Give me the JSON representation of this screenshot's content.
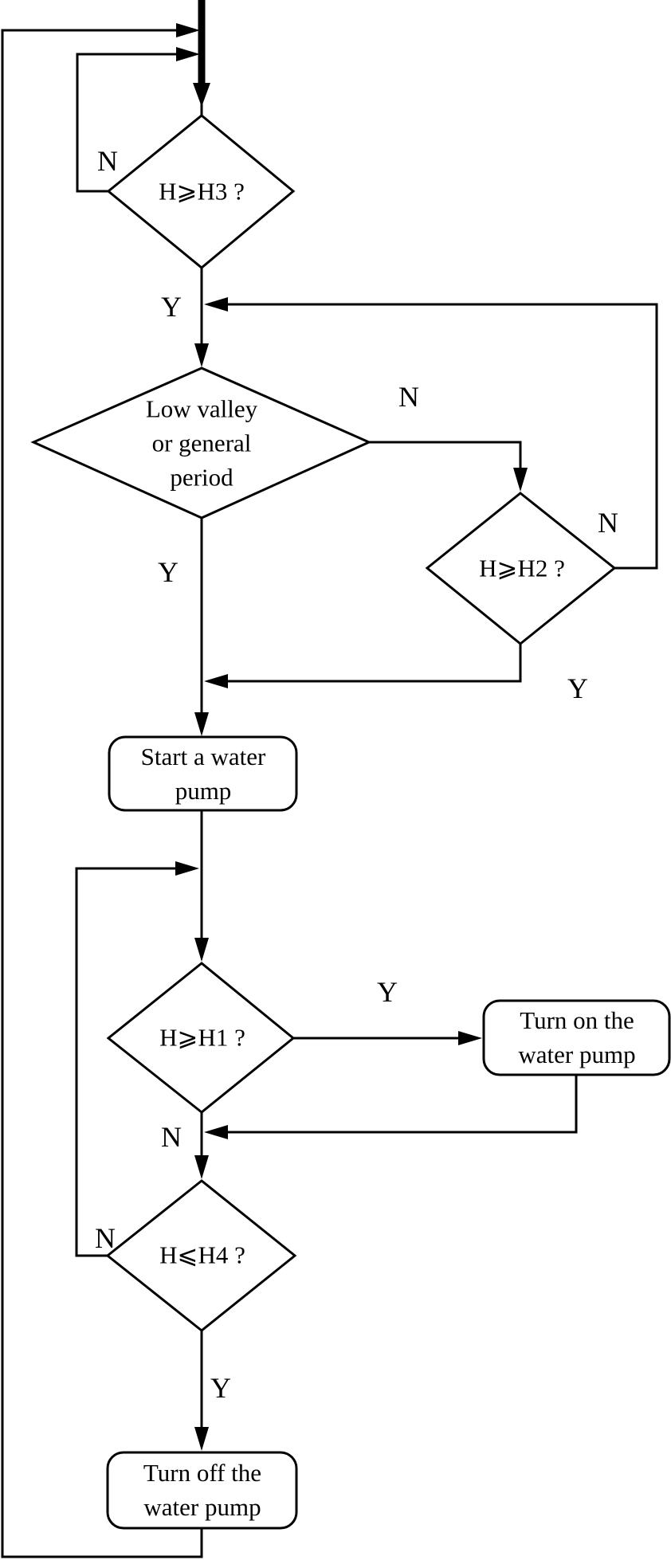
{
  "colors": {
    "ink": "#000000",
    "background": "#ffffff"
  },
  "flowchart": {
    "decisions": {
      "h3": {
        "label": "H⩾H3 ?"
      },
      "valley": {
        "lines": [
          "Low valley",
          "or general",
          "period"
        ]
      },
      "h2": {
        "label": "H⩾H2 ?"
      },
      "h1": {
        "label": "H⩾H1 ?"
      },
      "h4": {
        "label": "H⩽H4 ?"
      }
    },
    "processes": {
      "start_pump": {
        "lines": [
          "Start a water",
          "pump"
        ]
      },
      "turn_on": {
        "lines": [
          "Turn on the",
          "water pump"
        ]
      },
      "turn_off": {
        "lines": [
          "Turn off the",
          "water pump"
        ]
      }
    },
    "edge_labels": {
      "h3_no": "N",
      "h3_yes": "Y",
      "valley_no": "N",
      "valley_yes": "Y",
      "h2_no": "N",
      "h2_yes": "Y",
      "h1_yes": "Y",
      "h1_no": "N",
      "h4_no": "N",
      "h4_yes": "Y"
    }
  }
}
